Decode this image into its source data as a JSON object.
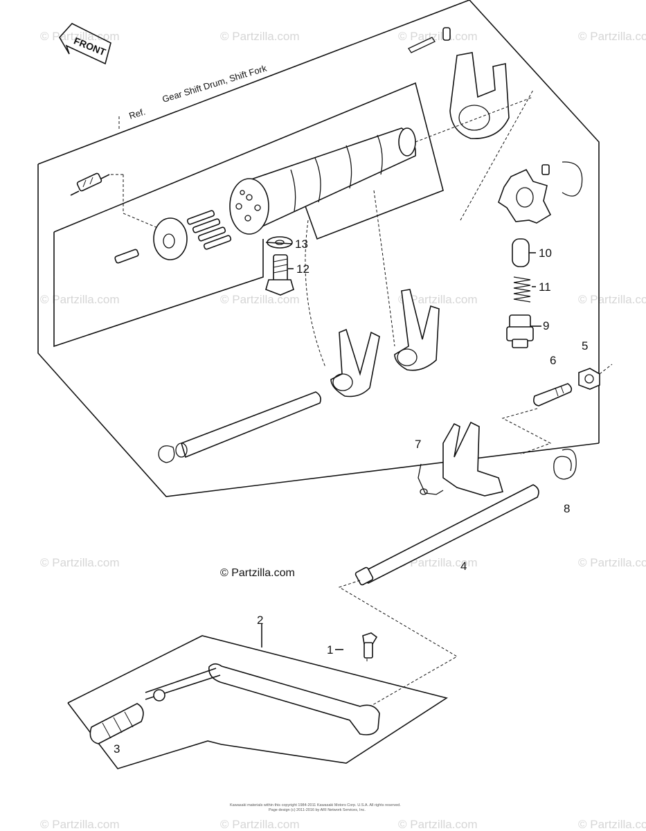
{
  "title": "Gear Shift Drum, Shift Fork",
  "ref_label": "Ref.",
  "front_label": "FRONT",
  "copyright_main": "© Partzilla.com",
  "watermark": "© Partzilla.com",
  "fine_print": [
    "Kawasaki materials within this copyright 1984-2011 Kawasaki Motors Corp. U.S.A. All rights reserved.",
    "Page design (c) 2011-2016 by ARI Network Services, Inc."
  ],
  "callouts": {
    "c1": "1",
    "c2": "2",
    "c3": "3",
    "c4": "4",
    "c5": "5",
    "c6": "6",
    "c7": "7",
    "c8": "8",
    "c9": "9",
    "c10": "10",
    "c11": "11",
    "c12": "12",
    "c13": "13"
  }
}
